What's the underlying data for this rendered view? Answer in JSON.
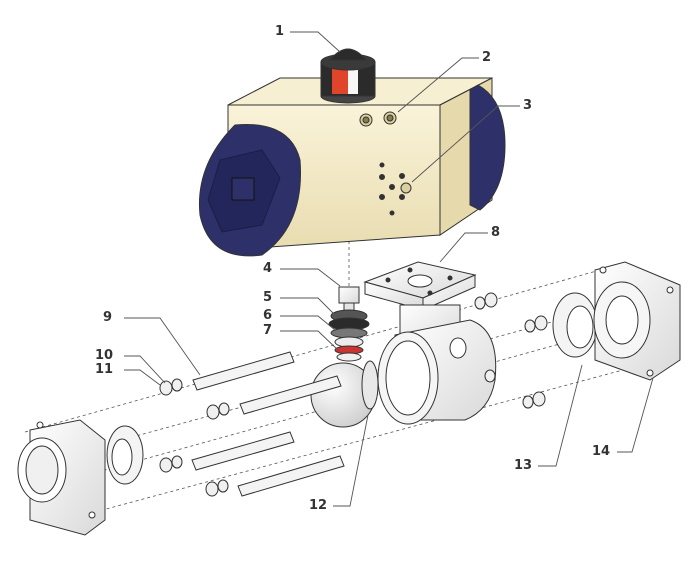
{
  "callouts": [
    {
      "id": "1",
      "label": "1"
    },
    {
      "id": "2",
      "label": "2"
    },
    {
      "id": "3",
      "label": "3"
    },
    {
      "id": "4",
      "label": "4"
    },
    {
      "id": "5",
      "label": "5"
    },
    {
      "id": "6",
      "label": "6"
    },
    {
      "id": "7",
      "label": "7"
    },
    {
      "id": "8",
      "label": "8"
    },
    {
      "id": "9",
      "label": "9"
    },
    {
      "id": "10",
      "label": "10"
    },
    {
      "id": "11",
      "label": "11"
    },
    {
      "id": "12",
      "label": "12"
    },
    {
      "id": "13",
      "label": "13"
    },
    {
      "id": "14",
      "label": "14"
    }
  ],
  "colors": {
    "actuator_body": "#f3e9c6",
    "actuator_caps": "#2e3169",
    "indicator_black": "#2b2b2b",
    "indicator_red": "#e0452b",
    "metal": "#f2f2f2",
    "outline": "#444444",
    "leader": "#555555"
  },
  "parts": [
    "position-indicator",
    "air-ports",
    "actuator-mounting-holes",
    "stem",
    "stem-packing",
    "stem-washer",
    "stem-seal",
    "mounting-bracket",
    "tie-bolt",
    "lock-washer",
    "nut",
    "ball",
    "seat",
    "end-cap"
  ]
}
